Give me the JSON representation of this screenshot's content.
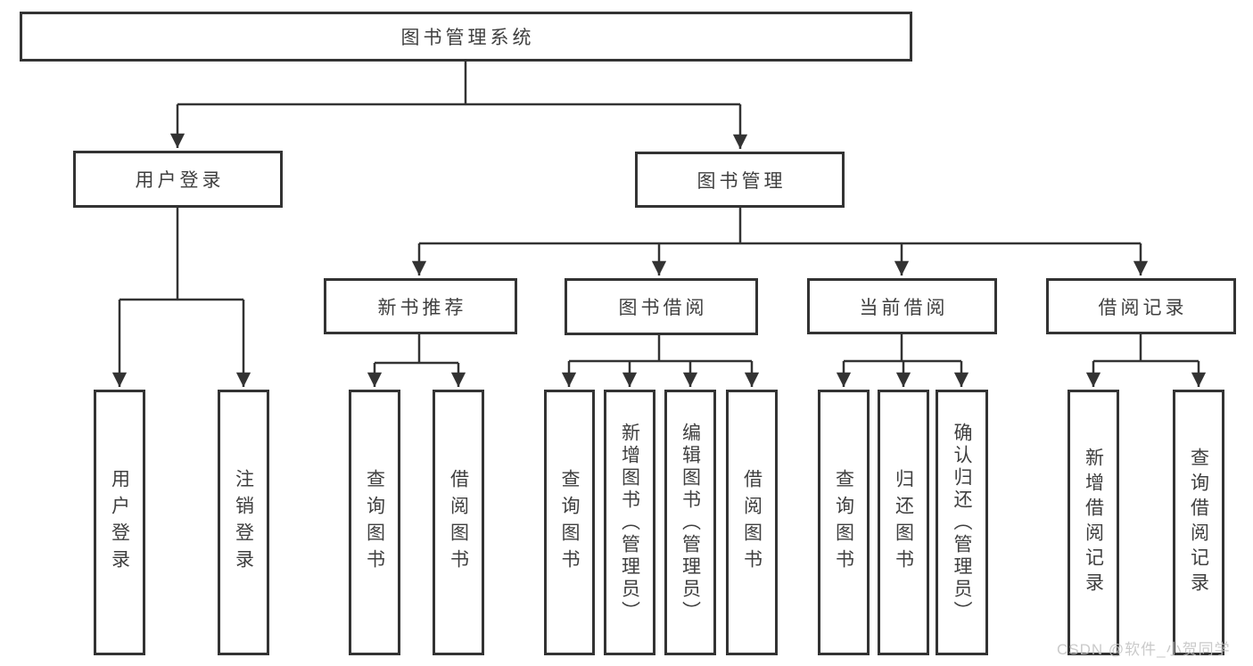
{
  "diagram_title": "图书管理系统",
  "tree": {
    "label": "图书管理系统",
    "children": [
      {
        "label": "用户登录",
        "children": [
          {
            "label": "用户登录"
          },
          {
            "label": "注销登录"
          }
        ]
      },
      {
        "label": "图书管理",
        "children": [
          {
            "label": "新书推荐",
            "children": [
              {
                "label": "查询图书"
              },
              {
                "label": "借阅图书"
              }
            ]
          },
          {
            "label": "图书借阅",
            "children": [
              {
                "label": "查询图书"
              },
              {
                "label": "新增图书（管理员）"
              },
              {
                "label": "编辑图书（管理员）"
              },
              {
                "label": "借阅图书"
              }
            ]
          },
          {
            "label": "当前借阅",
            "children": [
              {
                "label": "查询图书"
              },
              {
                "label": "归还图书"
              },
              {
                "label": "确认归还（管理员）"
              }
            ]
          },
          {
            "label": "借阅记录",
            "children": [
              {
                "label": "新增借阅记录"
              },
              {
                "label": "查询借阅记录"
              }
            ]
          }
        ]
      }
    ]
  },
  "watermark": "CSDN @软件_小贺同学",
  "colors": {
    "line": "#333333",
    "text": "#3f3f3f",
    "background": "#ffffff",
    "watermark": "#c3c3c3"
  }
}
